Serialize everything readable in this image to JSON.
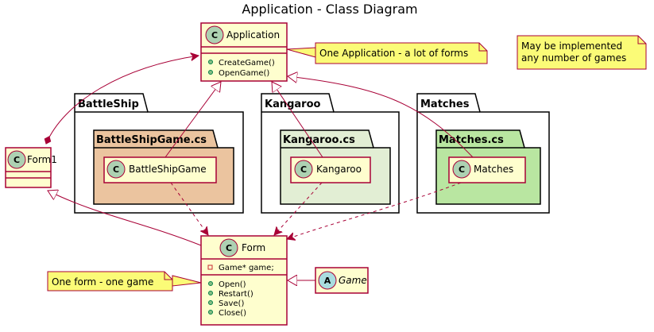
{
  "title": "Application - Class Diagram",
  "colors": {
    "class_fill": "#FEFECE",
    "class_border": "#A80036",
    "circle_class": "#ADD1B2",
    "circle_abstract": "#A9DCDF",
    "note_fill": "#FBFB77",
    "battleship_inner": "#EBC49F",
    "kangaroo_inner": "#E2EED4",
    "matches_inner": "#B9E6A1"
  },
  "classes": {
    "application": {
      "name": "Application",
      "methods": [
        "CreateGame()",
        "OpenGame()"
      ]
    },
    "form1": {
      "name": "Form1"
    },
    "form": {
      "name": "Form",
      "fields": [
        "Game* game;"
      ],
      "methods": [
        "Open()",
        "Restart()",
        "Save()",
        "Close()"
      ]
    },
    "game": {
      "name": "Game",
      "stereotype": "A"
    },
    "battleship_game": {
      "name": "BattleShipGame"
    },
    "kangaroo": {
      "name": "Kangaroo"
    },
    "matches": {
      "name": "Matches"
    }
  },
  "packages": {
    "battleship": {
      "name": "BattleShip",
      "inner": "BattleShipGame.cs"
    },
    "kangaroo": {
      "name": "Kangaroo",
      "inner": "Kangaroo.cs"
    },
    "matches": {
      "name": "Matches",
      "inner": "Matches.cs"
    }
  },
  "notes": {
    "app_note": "One Application - a lot of forms",
    "games_note_line1": "May be implemented",
    "games_note_line2": "any number of games",
    "form_note": "One form - one game"
  },
  "circle_letter": "C"
}
